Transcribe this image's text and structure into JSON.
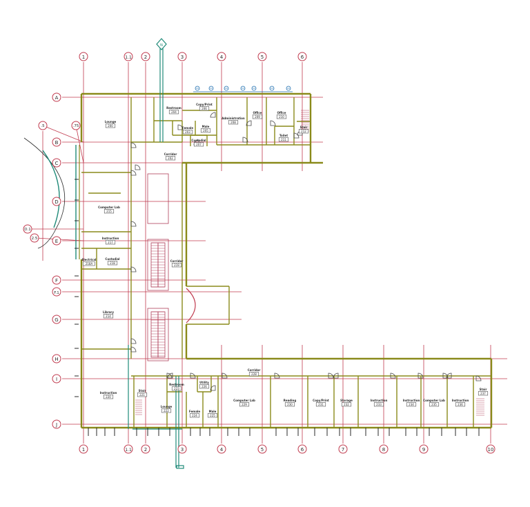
{
  "colors": {
    "grid": "#c03a4e",
    "wall": "#8a8a1a",
    "wall_dark": "#6b6b10",
    "stair": "#b0405a",
    "door": "#4a4a4a",
    "bubble": "#c03a4e",
    "duct": "#1f8a78",
    "text": "#2a2a2a"
  },
  "grid_columns_top": [
    "1",
    "1.1",
    "2",
    "3",
    "4",
    "5",
    "6"
  ],
  "grid_columns_bottom": [
    "1",
    "1.1",
    "2",
    "3",
    "4",
    "5",
    "6",
    "7",
    "8",
    "9",
    "10"
  ],
  "grid_rows": [
    "A",
    "B",
    "C",
    "D",
    "E",
    "F",
    "F.1",
    "G",
    "H",
    "I",
    "J"
  ],
  "radial_tags": [
    ".5",
    ".75",
    "D.1",
    "2.5"
  ],
  "north_tag": "N",
  "rooms": {
    "lounge_top": {
      "name": "Lounge",
      "number": "200"
    },
    "restroom_top": {
      "name": "Restroom",
      "number": "204"
    },
    "copy_print_top": {
      "name": "Copy/Print",
      "number": "206"
    },
    "female_top": {
      "name": "Female",
      "number": "203"
    },
    "male_top": {
      "name": "Male",
      "number": "205"
    },
    "administration": {
      "name": "Administration",
      "number": "208"
    },
    "office_1": {
      "name": "Office",
      "number": "209"
    },
    "office_2": {
      "name": "Office",
      "number": "210"
    },
    "toilet": {
      "name": "Toilet",
      "number": "211"
    },
    "stair_top": {
      "name": "Stair",
      "number": "212"
    },
    "custodial_top": {
      "name": "Custodial",
      "number": "207"
    },
    "corridor_top": {
      "name": "Corridor",
      "number": "202"
    },
    "computer_lab_west": {
      "name": "Computer Lab",
      "number": "215"
    },
    "instruction_west": {
      "name": "Instruction",
      "number": "217"
    },
    "custodial_west": {
      "name": "Custodial",
      "number": "218"
    },
    "electrical": {
      "name": "Electrical",
      "number": "218A"
    },
    "corridor_mid": {
      "name": "Corridor",
      "number": "219"
    },
    "library": {
      "name": "Library",
      "number": "214"
    },
    "instruction_sw": {
      "name": "Instruction",
      "number": "220"
    },
    "stair_sw": {
      "name": "Stair",
      "number": "221"
    },
    "lounge_bottom": {
      "name": "Lounge",
      "number": "222"
    },
    "restroom_bottom": {
      "name": "Restroom",
      "number": "223"
    },
    "female_bottom": {
      "name": "Female",
      "number": "224"
    },
    "male_bottom": {
      "name": "Male",
      "number": "225"
    },
    "utility": {
      "name": "Utility",
      "number": "226"
    },
    "corridor_bottom": {
      "name": "Corridor",
      "number": "228"
    },
    "computer_lab_south": {
      "name": "Computer Lab",
      "number": "229"
    },
    "reading": {
      "name": "Reading",
      "number": "230"
    },
    "copy_print_bottom": {
      "name": "Copy/Print",
      "number": "231"
    },
    "storage": {
      "name": "Storage",
      "number": "232"
    },
    "instruction_1": {
      "name": "Instruction",
      "number": "233"
    },
    "instruction_2": {
      "name": "Instruction",
      "number": "234"
    },
    "computer_lab_east": {
      "name": "Computer Lab",
      "number": "235"
    },
    "instruction_3": {
      "name": "Instruction",
      "number": "236"
    },
    "stair_east": {
      "name": "Stair",
      "number": "237"
    }
  }
}
